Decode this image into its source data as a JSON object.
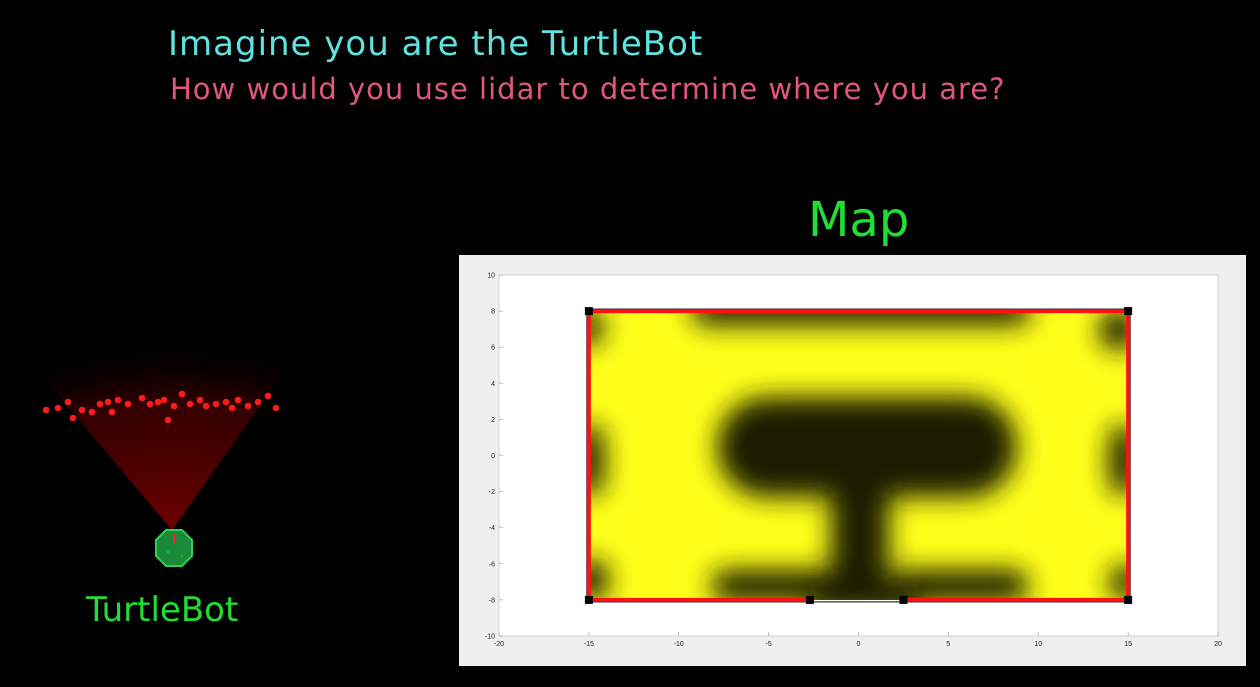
{
  "header": {
    "title": "Imagine you are the TurtleBot",
    "subtitle": "How would you use lidar to determine where you are?"
  },
  "robot": {
    "label": "TurtleBot"
  },
  "map": {
    "label": "Map"
  },
  "colors": {
    "title": "#5fe3e0",
    "subtitle": "#e0567e",
    "label": "#22dd33",
    "wall": "#ff1111",
    "field": "#ffff1a"
  },
  "chart_data": {
    "type": "heatmap",
    "xlim": [
      -20,
      20
    ],
    "ylim": [
      -10,
      10
    ],
    "xticks": [
      "-20",
      "-15",
      "-10",
      "-5",
      "0",
      "5",
      "10",
      "15",
      "20"
    ],
    "yticks": [
      "10",
      "8",
      "6",
      "4",
      "2",
      "0",
      "-2",
      "-4",
      "-6",
      "-8",
      "-10"
    ],
    "walls": [
      {
        "x": [
          -15,
          15
        ],
        "y": [
          8,
          8
        ]
      },
      {
        "x": [
          -15,
          -15
        ],
        "y": [
          -8,
          8
        ]
      },
      {
        "x": [
          15,
          15
        ],
        "y": [
          -8,
          8
        ]
      },
      {
        "x": [
          -15,
          -2.7
        ],
        "y": [
          -8,
          -8
        ]
      },
      {
        "x": [
          2.5,
          15
        ],
        "y": [
          -8,
          -8
        ]
      }
    ]
  }
}
